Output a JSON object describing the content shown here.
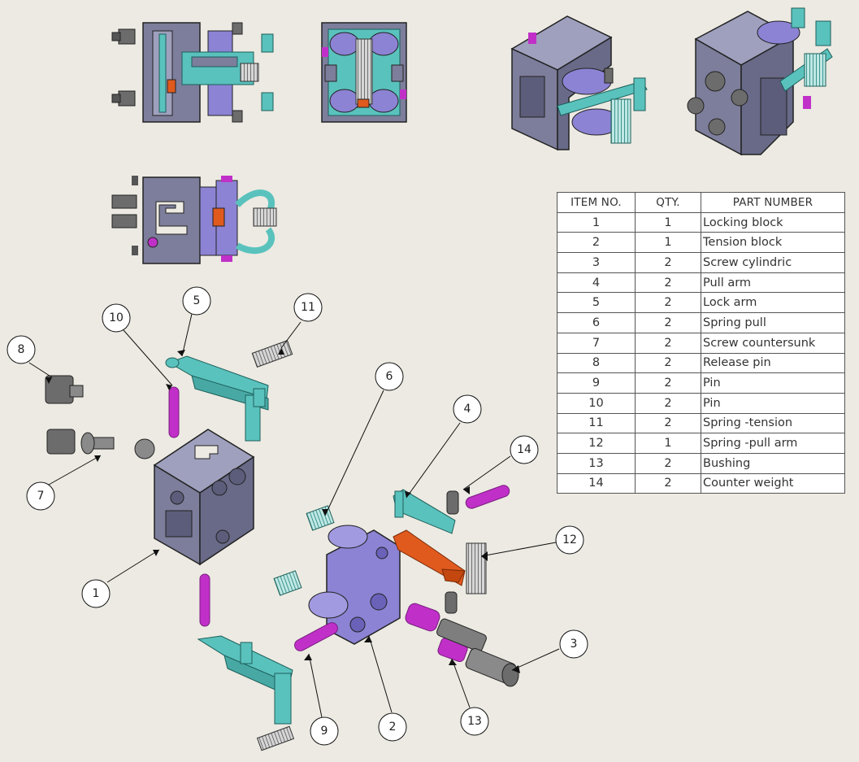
{
  "bom": {
    "headers": [
      "ITEM NO.",
      "QTY.",
      "PART NUMBER"
    ],
    "rows": [
      {
        "item": "1",
        "qty": "1",
        "part": "Locking block"
      },
      {
        "item": "2",
        "qty": "1",
        "part": "Tension block"
      },
      {
        "item": "3",
        "qty": "2",
        "part": "Screw cylindric"
      },
      {
        "item": "4",
        "qty": "2",
        "part": "Pull arm"
      },
      {
        "item": "5",
        "qty": "2",
        "part": "Lock arm"
      },
      {
        "item": "6",
        "qty": "2",
        "part": "Spring pull"
      },
      {
        "item": "7",
        "qty": "2",
        "part": "Screw countersunk"
      },
      {
        "item": "8",
        "qty": "2",
        "part": "Release pin"
      },
      {
        "item": "9",
        "qty": "2",
        "part": "Pin"
      },
      {
        "item": "10",
        "qty": "2",
        "part": "Pin"
      },
      {
        "item": "11",
        "qty": "2",
        "part": "Spring -tension"
      },
      {
        "item": "12",
        "qty": "1",
        "part": "Spring -pull arm"
      },
      {
        "item": "13",
        "qty": "2",
        "part": "Bushing"
      },
      {
        "item": "14",
        "qty": "2",
        "part": "Counter weight"
      }
    ]
  },
  "balloons": [
    "1",
    "2",
    "3",
    "4",
    "5",
    "6",
    "7",
    "8",
    "9",
    "10",
    "11",
    "12",
    "13",
    "14"
  ],
  "colors": {
    "background": "#eceae2",
    "block": "#7d7e9b",
    "tension_block": "#8c83d4",
    "arm": "#5ac2bd",
    "pin": "#c030c8",
    "pull_arm_spring": "#e05a1e",
    "screw": "#6c6c6c"
  }
}
